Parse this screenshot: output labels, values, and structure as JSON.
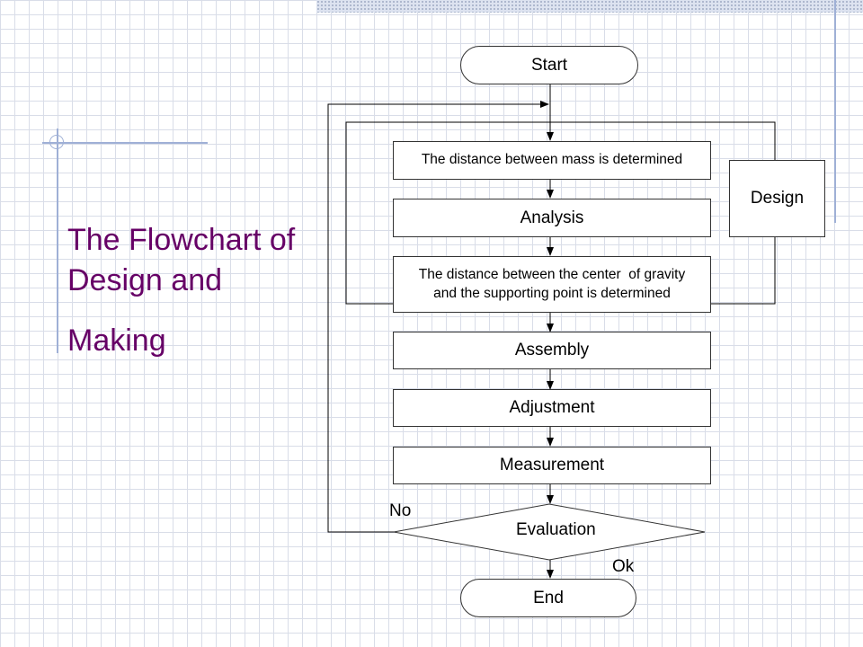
{
  "slide": {
    "title_lines": [
      "The Flowchart of",
      "Design and",
      "Making"
    ]
  },
  "flowchart": {
    "start": "Start",
    "steps": {
      "mass_distance": "The distance between mass is determined",
      "analysis": "Analysis",
      "cog_distance_line1": "The distance between the center  of gravity",
      "cog_distance_line2": "and the supporting point is determined",
      "assembly": "Assembly",
      "adjustment": "Adjustment",
      "measurement": "Measurement"
    },
    "decision": "Evaluation",
    "no_label": "No",
    "ok_label": "Ok",
    "end": "End",
    "design_group": "Design"
  },
  "colors": {
    "title": "#660066",
    "deco_lines": "#9fb0d6",
    "grid": "#d9dde8"
  }
}
